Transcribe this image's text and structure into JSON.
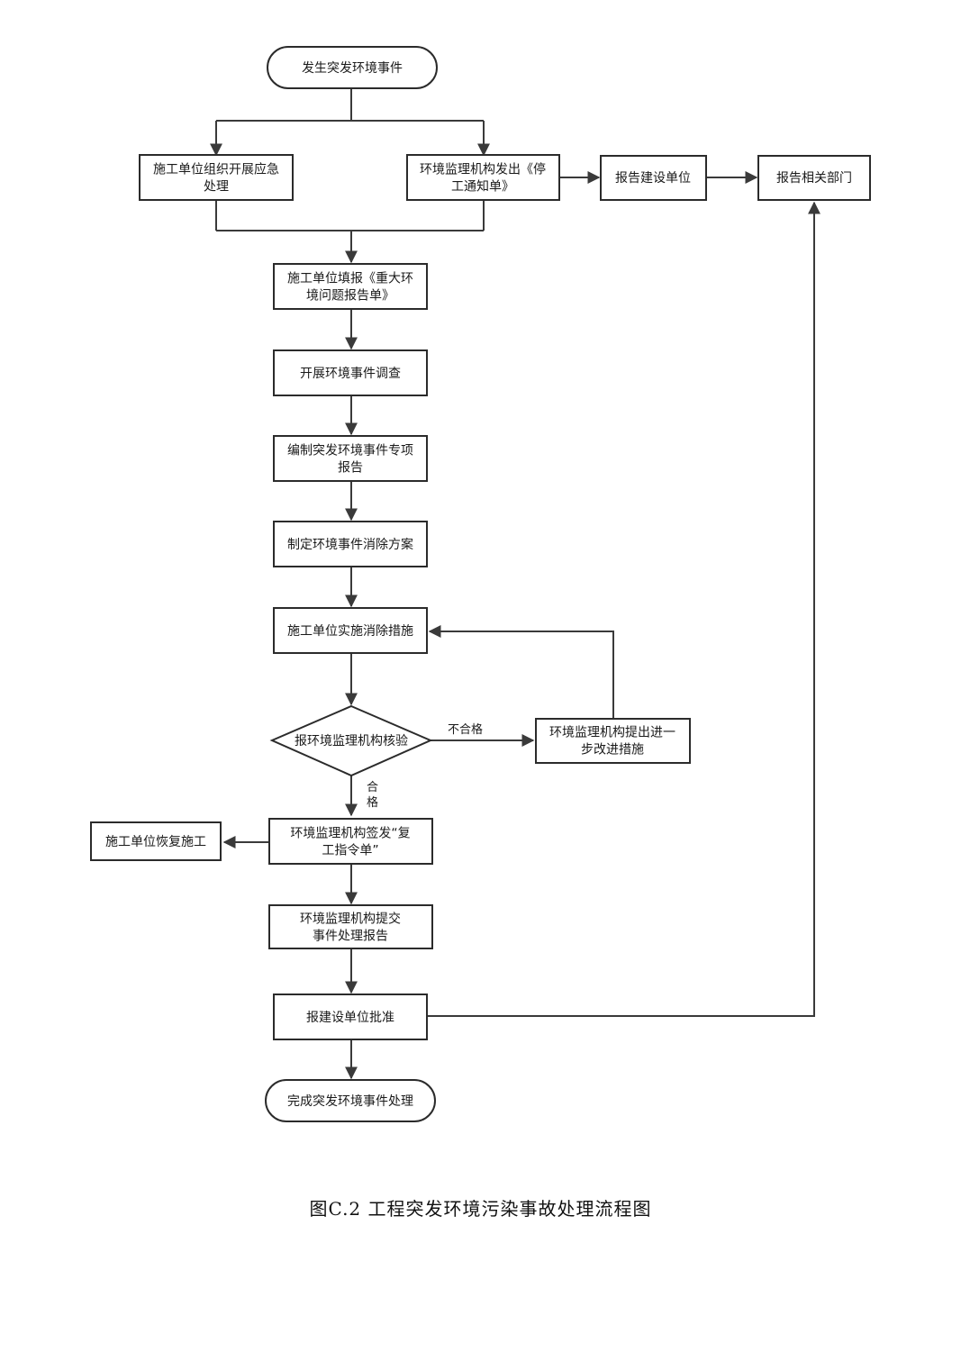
{
  "caption": "图C.2 工程突发环境污染事故处理流程图",
  "nodes": {
    "start": [
      "发生突发环境事件"
    ],
    "contractor_emergency": [
      "施工单位组织开展应急",
      "处理"
    ],
    "supervisor_stop": [
      "环境监理机构发出《停",
      "工通知单》"
    ],
    "report_owner": [
      "报告建设单位"
    ],
    "report_departments": [
      "报告相关部门"
    ],
    "fill_report": [
      "施工单位填报《重大环",
      "境问题报告单》"
    ],
    "investigate": [
      "开展环境事件调查"
    ],
    "compile_report": [
      "编制突发环境事件专项",
      "报告"
    ],
    "formulate_plan": [
      "制定环境事件消除方案"
    ],
    "implement": [
      "施工单位实施消除措施"
    ],
    "verify": [
      "报环境监理机构核验"
    ],
    "improve": [
      "环境监理机构提出进一",
      "步改进措施"
    ],
    "resume_order": [
      "环境监理机构签发“复",
      "工指令单”"
    ],
    "resume_work": [
      "施工单位恢复施工"
    ],
    "submit_report": [
      "环境监理机构提交",
      "事件处理报告"
    ],
    "approval": [
      "报建设单位批准"
    ],
    "end": [
      "完成突发环境事件处理"
    ]
  },
  "edge_labels": {
    "fail": "不合格",
    "pass": [
      "合",
      "格"
    ]
  },
  "colors": {
    "stroke": "#2b2b2b",
    "text": "#1a1a1a"
  }
}
